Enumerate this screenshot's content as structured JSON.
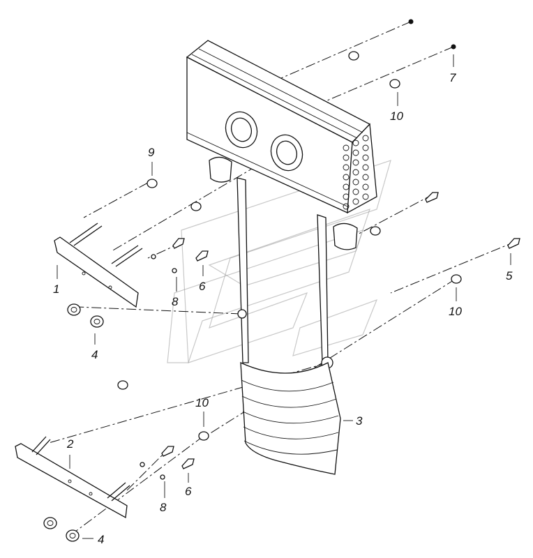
{
  "callouts": {
    "c1": "1",
    "c2": "2",
    "c3": "3",
    "c4a": "4",
    "c4b": "4",
    "c5": "5",
    "c6a": "6",
    "c6b": "6",
    "c7": "7",
    "c8a": "8",
    "c8b": "8",
    "c9": "9",
    "c10a": "10",
    "c10b": "10",
    "c10c": "10"
  }
}
